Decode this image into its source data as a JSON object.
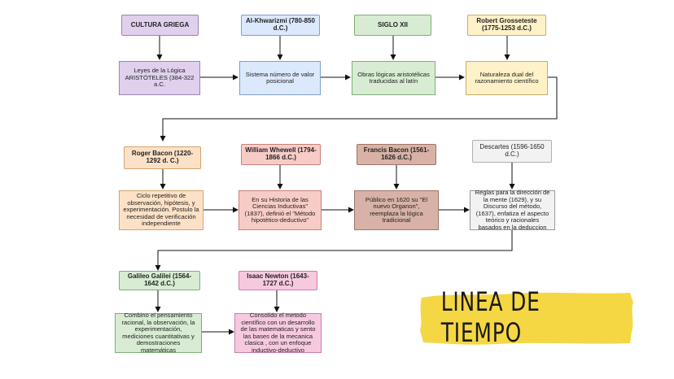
{
  "colors": {
    "purple": "#e0d0ee",
    "blue": "#dce8fb",
    "green": "#d7ecd2",
    "yellow": "#fff1c8",
    "orange": "#fde1c6",
    "red": "#f8ccc6",
    "brown": "#d8b2a6",
    "gray": "#f2f2f2",
    "pink": "#f7c9e1",
    "banner": "#f5d743"
  },
  "row1": [
    {
      "header": "CULTURA GRIEGA",
      "body": "Leyes de la Lógica ARISTÓTELES (384-322 a.C."
    },
    {
      "header": "Al-Khwarizmi (780-850 d.C.)",
      "body": "Sistema número de valor posicional"
    },
    {
      "header": "SIGLO XII",
      "body": "Obras lógicas aristotélicas traducidas al latín"
    },
    {
      "header": "Robert Grosseteste (1775-1253 d.C.)",
      "body": "Naturaleza dual del razonamiento científico"
    }
  ],
  "row2": [
    {
      "header": "Roger Bacon (1220-1292 d. C.)",
      "body": "Ciclo repetitivo de observación, hipótesis, y experimentación. Postulo la necesidad de verificación independiente"
    },
    {
      "header": "William Whewell  (1794-1866 d.C.)",
      "body": "En su Historia de las Ciencias Inductivas\" (1837), definió el \"Método hipotético-deductivo\""
    },
    {
      "header": "Francis Bacon (1561-1626 d.C.)",
      "body": "Público en 1620 su \"El nuevo Organon\", reemplaza la lógica tradicional"
    },
    {
      "header": "Descartes (1596-1650 d.C.)",
      "body": "Reglas para la dirección de la mente (1629), y su Discurso del método, (1637), enfatiza el aspecto teórico y racionales basados en la deduccion"
    }
  ],
  "row3": [
    {
      "header": "Galileo Galilei (1564-1642 d.C.)",
      "body": "Combino el pensamiento racional, la observación, la experimentación, mediciones cuantitativas y demostraciones matemáticas"
    },
    {
      "header": "Isaac Newton  (1643-1727 d.C.)",
      "body": "Consolido el metodo científico con un desarrollo de las matematicas y sento las bases de la mecanica clasica , con un enfoque inductivo-deductivo"
    }
  ],
  "banner": {
    "title": "LINEA DE TIEMPO"
  }
}
